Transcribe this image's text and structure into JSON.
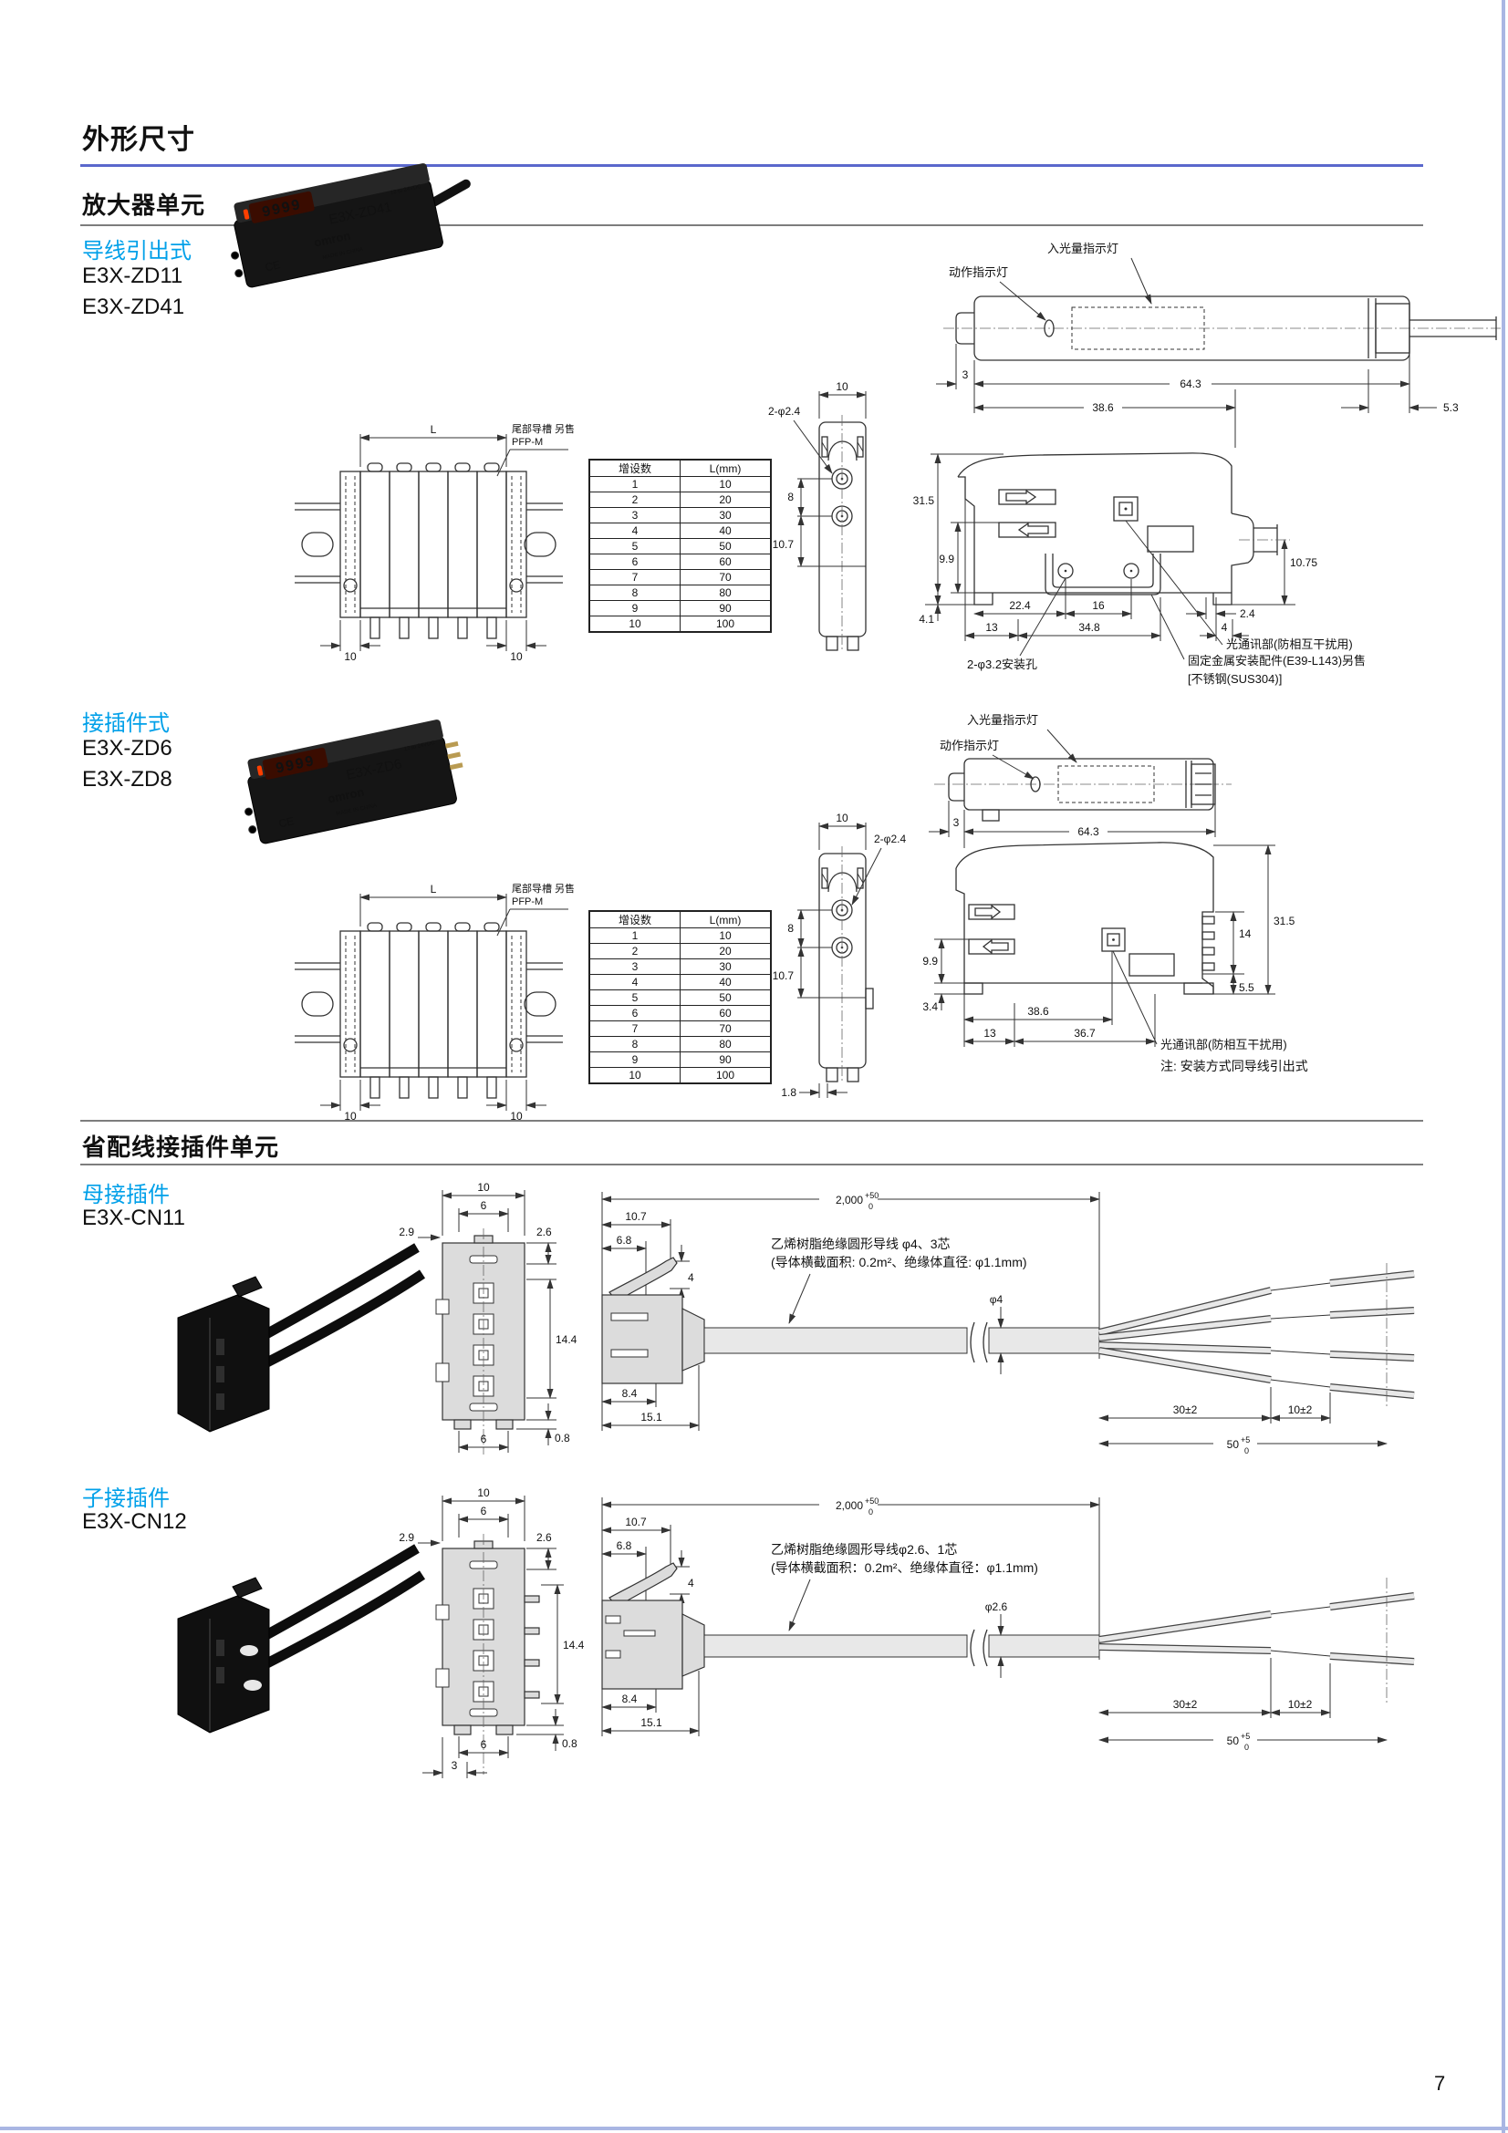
{
  "page": {
    "title": "外形尺寸",
    "number": "7"
  },
  "amp": {
    "title": "放大器单元",
    "prewired": {
      "type": "导线引出式",
      "models": [
        "E3X-ZD11",
        "E3X-ZD41"
      ],
      "photo": {
        "display": "9999",
        "model": "E3X-ZD41",
        "brand": "omron",
        "ce": "CE",
        "made": "MADE IN CHINA",
        "spec": "12 to 24VDC"
      },
      "rail": {
        "L": "L",
        "note1": "尾部导槽 另售",
        "note2": "PFP-M",
        "d10l": "10",
        "d10r": "10"
      },
      "table": {
        "h1": "增设数",
        "h2": "L(mm)",
        "rows": [
          [
            "1",
            "10"
          ],
          [
            "2",
            "20"
          ],
          [
            "3",
            "30"
          ],
          [
            "4",
            "40"
          ],
          [
            "5",
            "50"
          ],
          [
            "6",
            "60"
          ],
          [
            "7",
            "70"
          ],
          [
            "8",
            "80"
          ],
          [
            "9",
            "90"
          ],
          [
            "10",
            "100"
          ]
        ]
      },
      "front": {
        "w": "10",
        "holes": "2-φ2.4",
        "gap": "8",
        "low": "10.7"
      },
      "top": {
        "incident": "入光量指示灯",
        "operation": "动作指示灯",
        "d3": "3",
        "dTotal": "64.3",
        "dMid": "38.6",
        "dRight": "5.3"
      },
      "side": {
        "h": "31.5",
        "h2": "9.9",
        "h3": "4.1",
        "r": "10.75",
        "a": "22.4",
        "b": "16",
        "c": "13",
        "d": "34.8",
        "e": "2.4",
        "f": "4",
        "optical": "光通讯部(防相互干扰用)",
        "hole": "2-φ3.2安装孔",
        "bracket1": "固定金属安装配件(E39-L143)另售",
        "bracket2": "[不锈钢(SUS304)]"
      }
    },
    "plug": {
      "type": "接插件式",
      "models": [
        "E3X-ZD6",
        "E3X-ZD8"
      ],
      "photo": {
        "display": "9999",
        "model": "E3X-ZD6",
        "brand": "omron",
        "ce": "CE",
        "made": "MADE IN CHINA",
        "spec": "12 to 24VDC"
      },
      "rail": {
        "L": "L",
        "note1": "尾部导槽 另售",
        "note2": "PFP-M",
        "d10l": "10",
        "d10r": "10"
      },
      "table": {
        "h1": "增设数",
        "h2": "L(mm)",
        "rows": [
          [
            "1",
            "10"
          ],
          [
            "2",
            "20"
          ],
          [
            "3",
            "30"
          ],
          [
            "4",
            "40"
          ],
          [
            "5",
            "50"
          ],
          [
            "6",
            "60"
          ],
          [
            "7",
            "70"
          ],
          [
            "8",
            "80"
          ],
          [
            "9",
            "90"
          ],
          [
            "10",
            "100"
          ]
        ]
      },
      "front": {
        "w": "10",
        "holes": "2-φ2.4",
        "gap": "8",
        "low": "10.7",
        "bot": "1.8"
      },
      "top": {
        "incident": "入光量指示灯",
        "operation": "动作指示灯",
        "d3": "3",
        "dTotal": "64.3"
      },
      "side": {
        "h": "31.5",
        "p": "14",
        "q": "5.5",
        "h2": "9.9",
        "h3": "3.4",
        "a": "38.6",
        "c": "13",
        "d": "36.7",
        "optical": "光通讯部(防相互干扰用)",
        "note": "注: 安装方式同导线引出式"
      }
    }
  },
  "conn": {
    "title": "省配线接插件单元",
    "master": {
      "type": "母接插件",
      "model": "E3X-CN11",
      "front": {
        "w": "10",
        "t6": "6",
        "o29": "2.9",
        "o26": "2.6",
        "h": "14.4",
        "b6": "6",
        "b08": "0.8"
      },
      "cable": {
        "len": "2,000",
        "lenSup": "+50",
        "lenSub": "0",
        "d107": "10.7",
        "d68": "6.8",
        "d4": "4",
        "wire1": "乙烯树脂绝缘圆形导线 φ4、3芯",
        "wire2": "(导体横截面积: 0.2m²、绝缘体直径: φ1.1mm)",
        "phi": "φ4",
        "d84": "8.4",
        "d151": "15.1",
        "d30": "30±2",
        "d10": "10±2",
        "d50": "50",
        "d50Sup": "+5",
        "d50Sub": "0"
      }
    },
    "slave": {
      "type": "子接插件",
      "model": "E3X-CN12",
      "front": {
        "w": "10",
        "t6": "6",
        "o29": "2.9",
        "o26": "2.6",
        "h": "14.4",
        "b6": "6",
        "b08": "0.8",
        "b3": "3"
      },
      "cable": {
        "len": "2,000",
        "lenSup": "+50",
        "lenSub": "0",
        "d107": "10.7",
        "d68": "6.8",
        "d4": "4",
        "wire1": "乙烯树脂绝缘圆形导线φ2.6、1芯",
        "wire2": "(导体横截面积：0.2m²、绝缘体直径：φ1.1mm)",
        "phi": "φ2.6",
        "d84": "8.4",
        "d151": "15.1",
        "d30": "30±2",
        "d10": "10±2",
        "d50": "50",
        "d50Sup": "+5",
        "d50Sub": "0"
      }
    }
  }
}
